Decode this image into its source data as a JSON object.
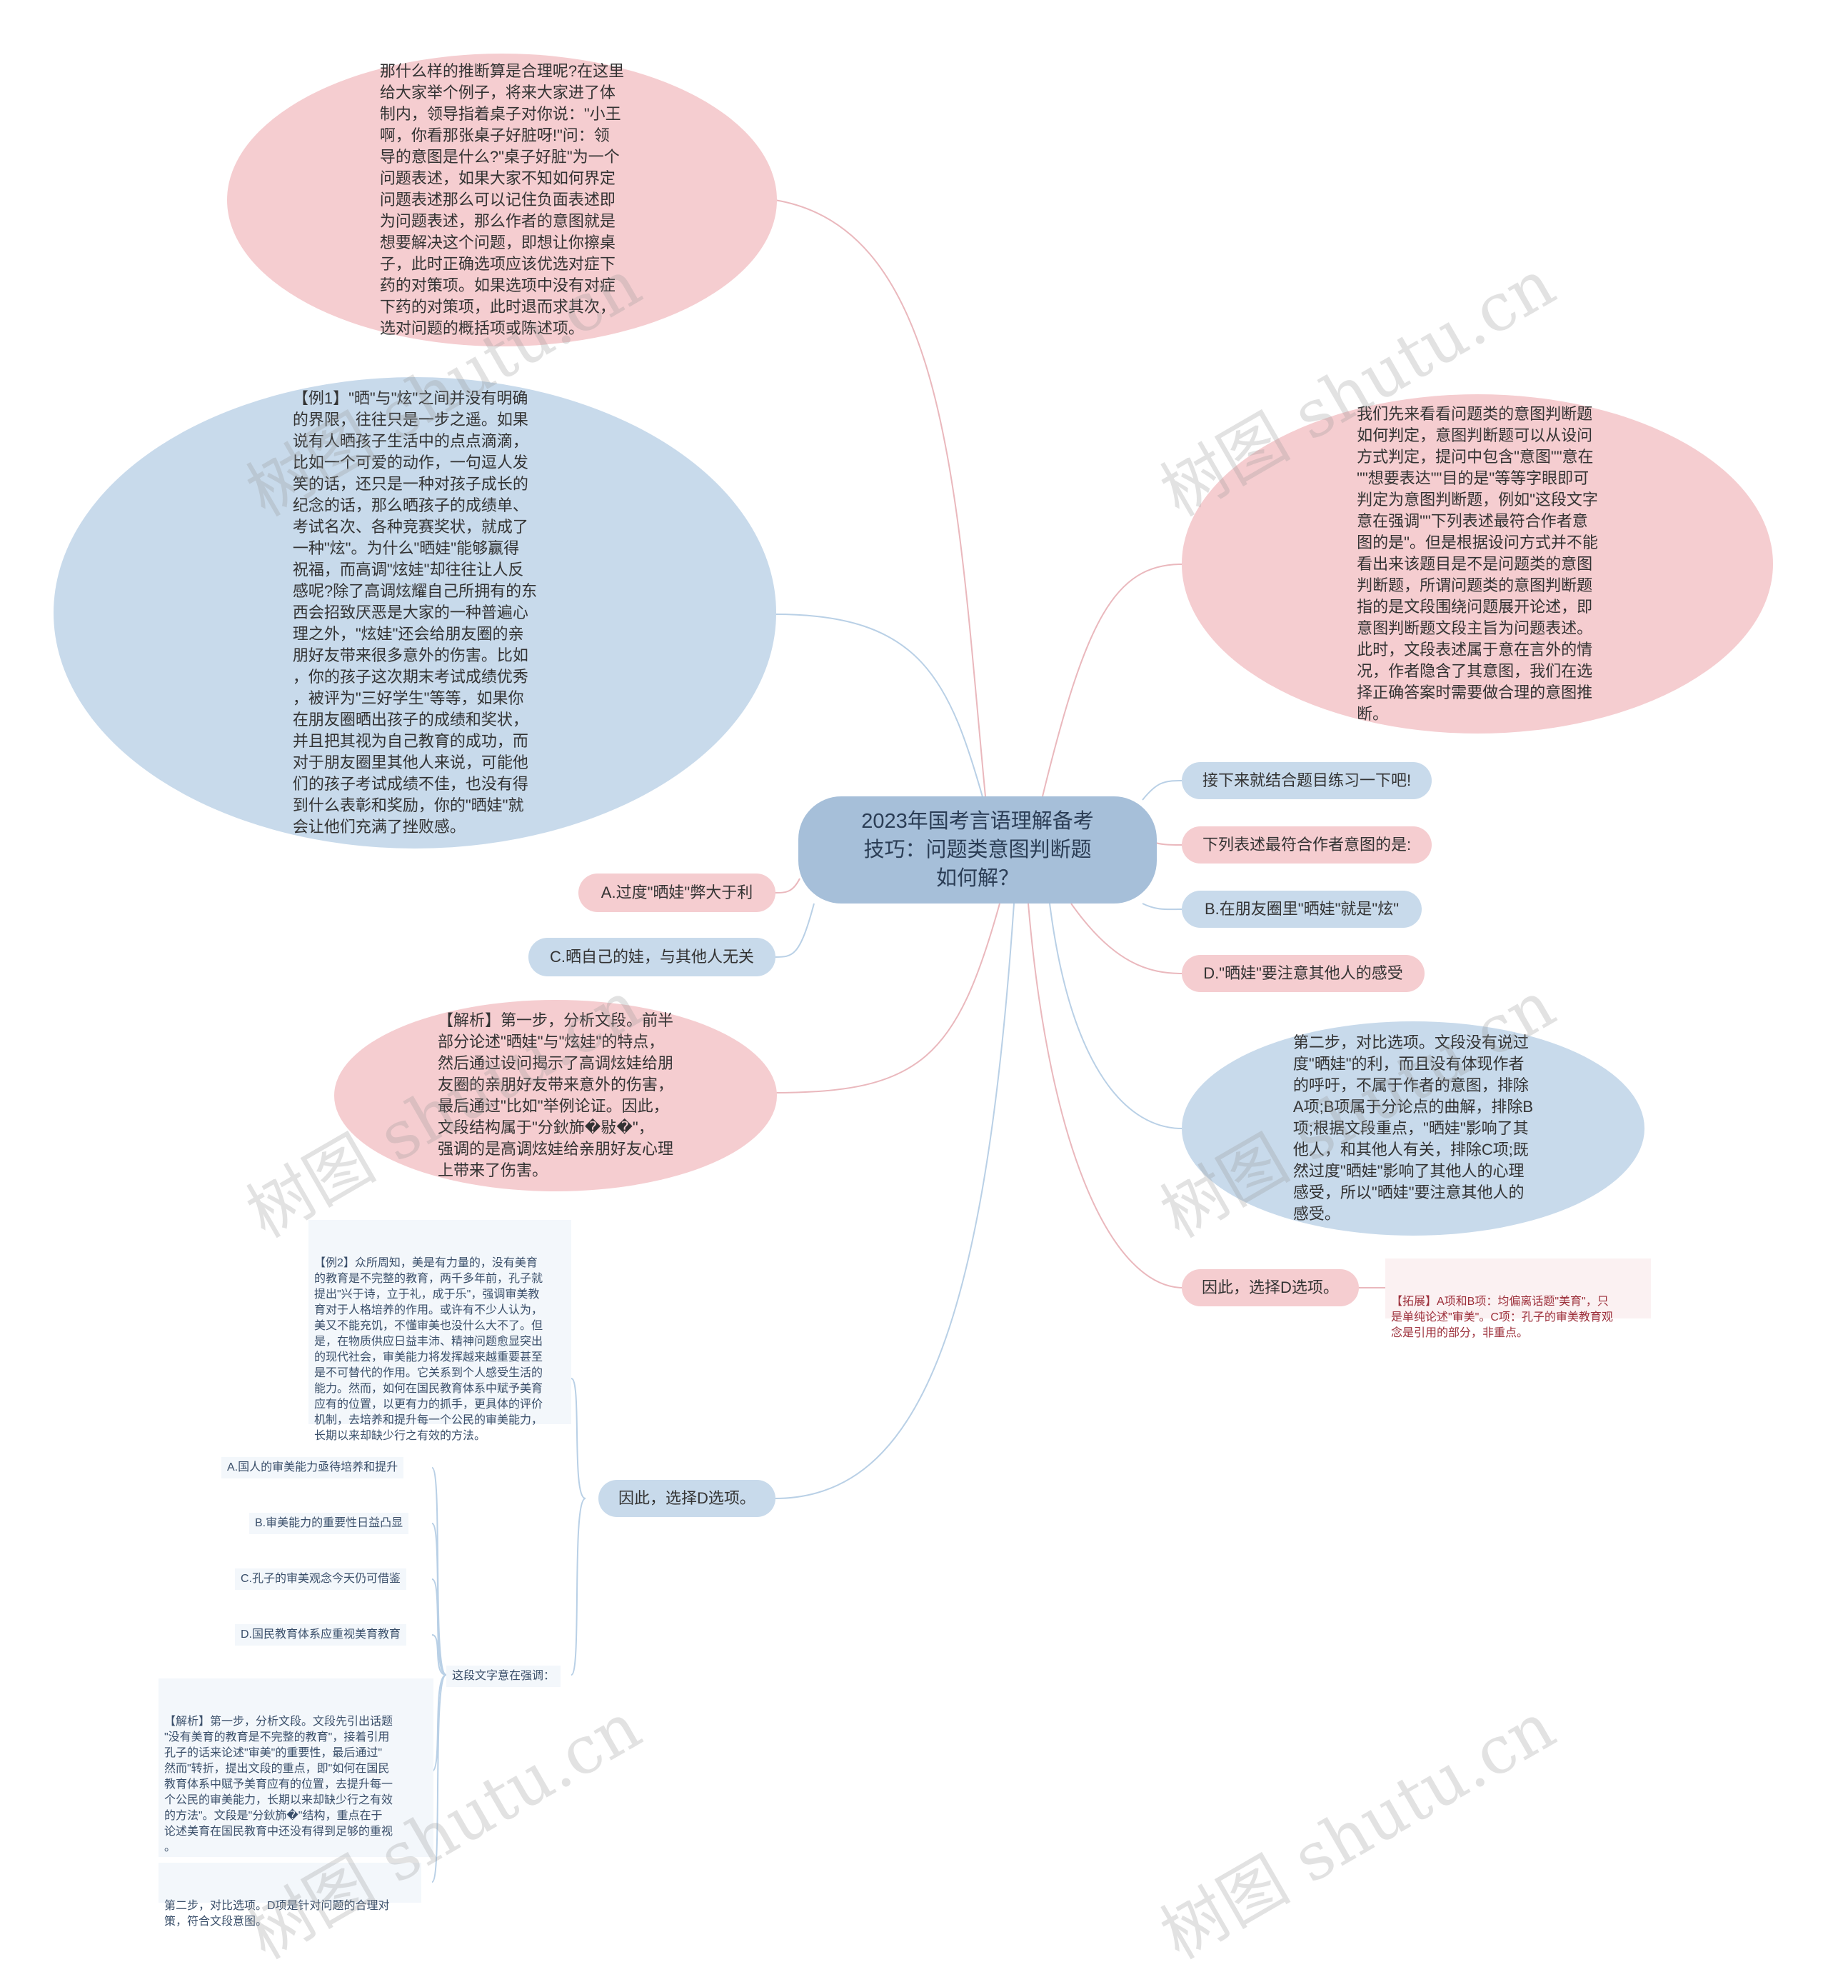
{
  "center": {
    "title": "2023年国考言语理解备考\n技巧：问题类意图判断题\n如何解？"
  },
  "left": {
    "example_reasoning": "那什么样的推断算是合理呢?在这里\n给大家举个例子，将来大家进了体\n制内，领导指着桌子对你说：\"小王\n啊，你看那张桌子好脏呀!\"问：领\n导的意图是什么?\"桌子好脏\"为一个\n问题表述，如果大家不知如何界定\n问题表述那么可以记住负面表述即\n为问题表述，那么作者的意图就是\n想要解决这个问题，即想让你擦桌\n子，此时正确选项应该优选对症下\n药的对策项。如果选项中没有对症\n下药的对策项，此时退而求其次，\n选对问题的概括项或陈述项。",
    "example1": "【例1】\"晒\"与\"炫\"之间并没有明确\n的界限，往往只是一步之遥。如果\n说有人晒孩子生活中的点点滴滴，\n比如一个可爱的动作，一句逗人发\n笑的话，还只是一种对孩子成长的\n纪念的话，那么晒孩子的成绩单、\n考试名次、各种竞赛奖状，就成了\n一种\"炫\"。为什么\"晒娃\"能够赢得\n祝福，而高调\"炫娃\"却往往让人反\n感呢?除了高调炫耀自己所拥有的东\n西会招致厌恶是大家的一种普遍心\n理之外，\"炫娃\"还会给朋友圈的亲\n朋好友带来很多意外的伤害。比如\n，你的孩子这次期末考试成绩优秀\n，被评为\"三好学生\"等等，如果你\n在朋友圈晒出孩子的成绩和奖状，\n并且把其视为自己教育的成功，而\n对于朋友圈里其他人来说，可能他\n们的孩子考试成绩不佳，也没有得\n到什么表彰和奖励，你的\"晒娃\"就\n会让他们充满了挫败感。",
    "option_a": "A.过度\"晒娃\"弊大于利",
    "option_c": "C.晒自己的娃，与其他人无关",
    "analysis1": "【解析】第一步，分析文段。前半\n部分论述\"晒娃\"与\"炫娃\"的特点，\n然后通过设问揭示了高调炫娃给朋\n友圈的亲朋好友带来意外的伤害，\n最后通过\"比如\"举例论证。因此，\n文段结构属于\"分鈥斾�敡�\"，\n强调的是高调炫娃给亲朋好友心理\n上带来了伤害。",
    "example2": "【例2】众所周知，美是有力量的，没有美育\n的教育是不完整的教育，两千多年前，孔子就\n提出\"兴于诗，立于礼，成于乐\"，强调审美教\n育对于人格培养的作用。或许有不少人认为，\n美又不能充饥，不懂审美也没什么大不了。但\n是，在物质供应日益丰沛、精神问题愈显突出\n的现代社会，审美能力将发挥越来越重要甚至\n是不可替代的作用。它关系到个人感受生活的\n能力。然而，如何在国民教育体系中赋予美育\n应有的位置，以更有力的抓手，更具体的评价\n机制，去培养和提升每一个公民的审美能力，\n长期以来却缺少行之有效的方法。",
    "answer2": "因此，选择D选项。",
    "q2_options": [
      "A.国人的审美能力亟待培养和提升",
      "B.审美能力的重要性日益凸显",
      "C.孔子的审美观念今天仍可借鉴",
      "D.国民教育体系应重视美育教育"
    ],
    "q2_prompt": "这段文字意在强调：",
    "analysis2": "【解析】第一步，分析文段。文段先引出话题\n\"没有美育的教育是不完整的教育\"，接着引用\n孔子的话来论述\"审美\"的重要性，最后通过\"\n然而\"转折，提出文段的重点，即\"如何在国民\n教育体系中赋予美育应有的位置，去提升每一\n个公民的审美能力，长期以来却缺少行之有效\n的方法\"。文段是\"分鈥斾�\"结构，重点在于\n论述美育在国民教育中还没有得到足够的重视\n。",
    "step2_2": "第二步，对比选项。D项是针对问题的合理对\n策，符合文段意图。"
  },
  "right": {
    "intro": "我们先来看看问题类的意图判断题\n如何判定，意图判断题可以从设问\n方式判定，提问中包含\"意图\"\"意在\n\"\"想要表达\"\"目的是\"等等字眼即可\n判定为意图判断题，例如\"这段文字\n意在强调\"\"下列表述最符合作者意\n图的是\"。但是根据设问方式并不能\n看出来该题目是不是问题类的意图\n判断题，所谓问题类的意图判断题\n指的是文段围绕问题展开论述，即\n意图判断题文段主旨为问题表述。\n此时，文段表述属于意在言外的情\n况，作者隐含了其意图，我们在选\n择正确答案时需要做合理的意图推\n断。",
    "practice": "接下来就结合题目练习一下吧!",
    "question": "下列表述最符合作者意图的是:",
    "option_b": "B.在朋友圈里\"晒娃\"就是\"炫\"",
    "option_d": "D.\"晒娃\"要注意其他人的感受",
    "step2": "第二步，对比选项。文段没有说过\n度\"晒娃\"的利，而且没有体现作者\n的呼吁，不属于作者的意图，排除\nA项;B项属于分论点的曲解，排除B\n项;根据文段重点，\"晒娃\"影响了其\n他人，和其他人有关，排除C项;既\n然过度\"晒娃\"影响了其他人的心理\n感受，所以\"晒娃\"要注意其他人的\n感受。",
    "answer1": "因此，选择D选项。",
    "extension": "【拓展】A项和B项：均偏离话题\"美育\"，只\n是单纯论述\"审美\"。C项：孔子的审美教育观\n念是引用的部分，非重点。"
  },
  "watermark": "树图 shutu.cn",
  "colors": {
    "pink": "#f5cdd0",
    "blue": "#c8daeb",
    "center": "#a6bfd9",
    "pink_line": "#eab8bd",
    "blue_line": "#b9d0e6"
  }
}
